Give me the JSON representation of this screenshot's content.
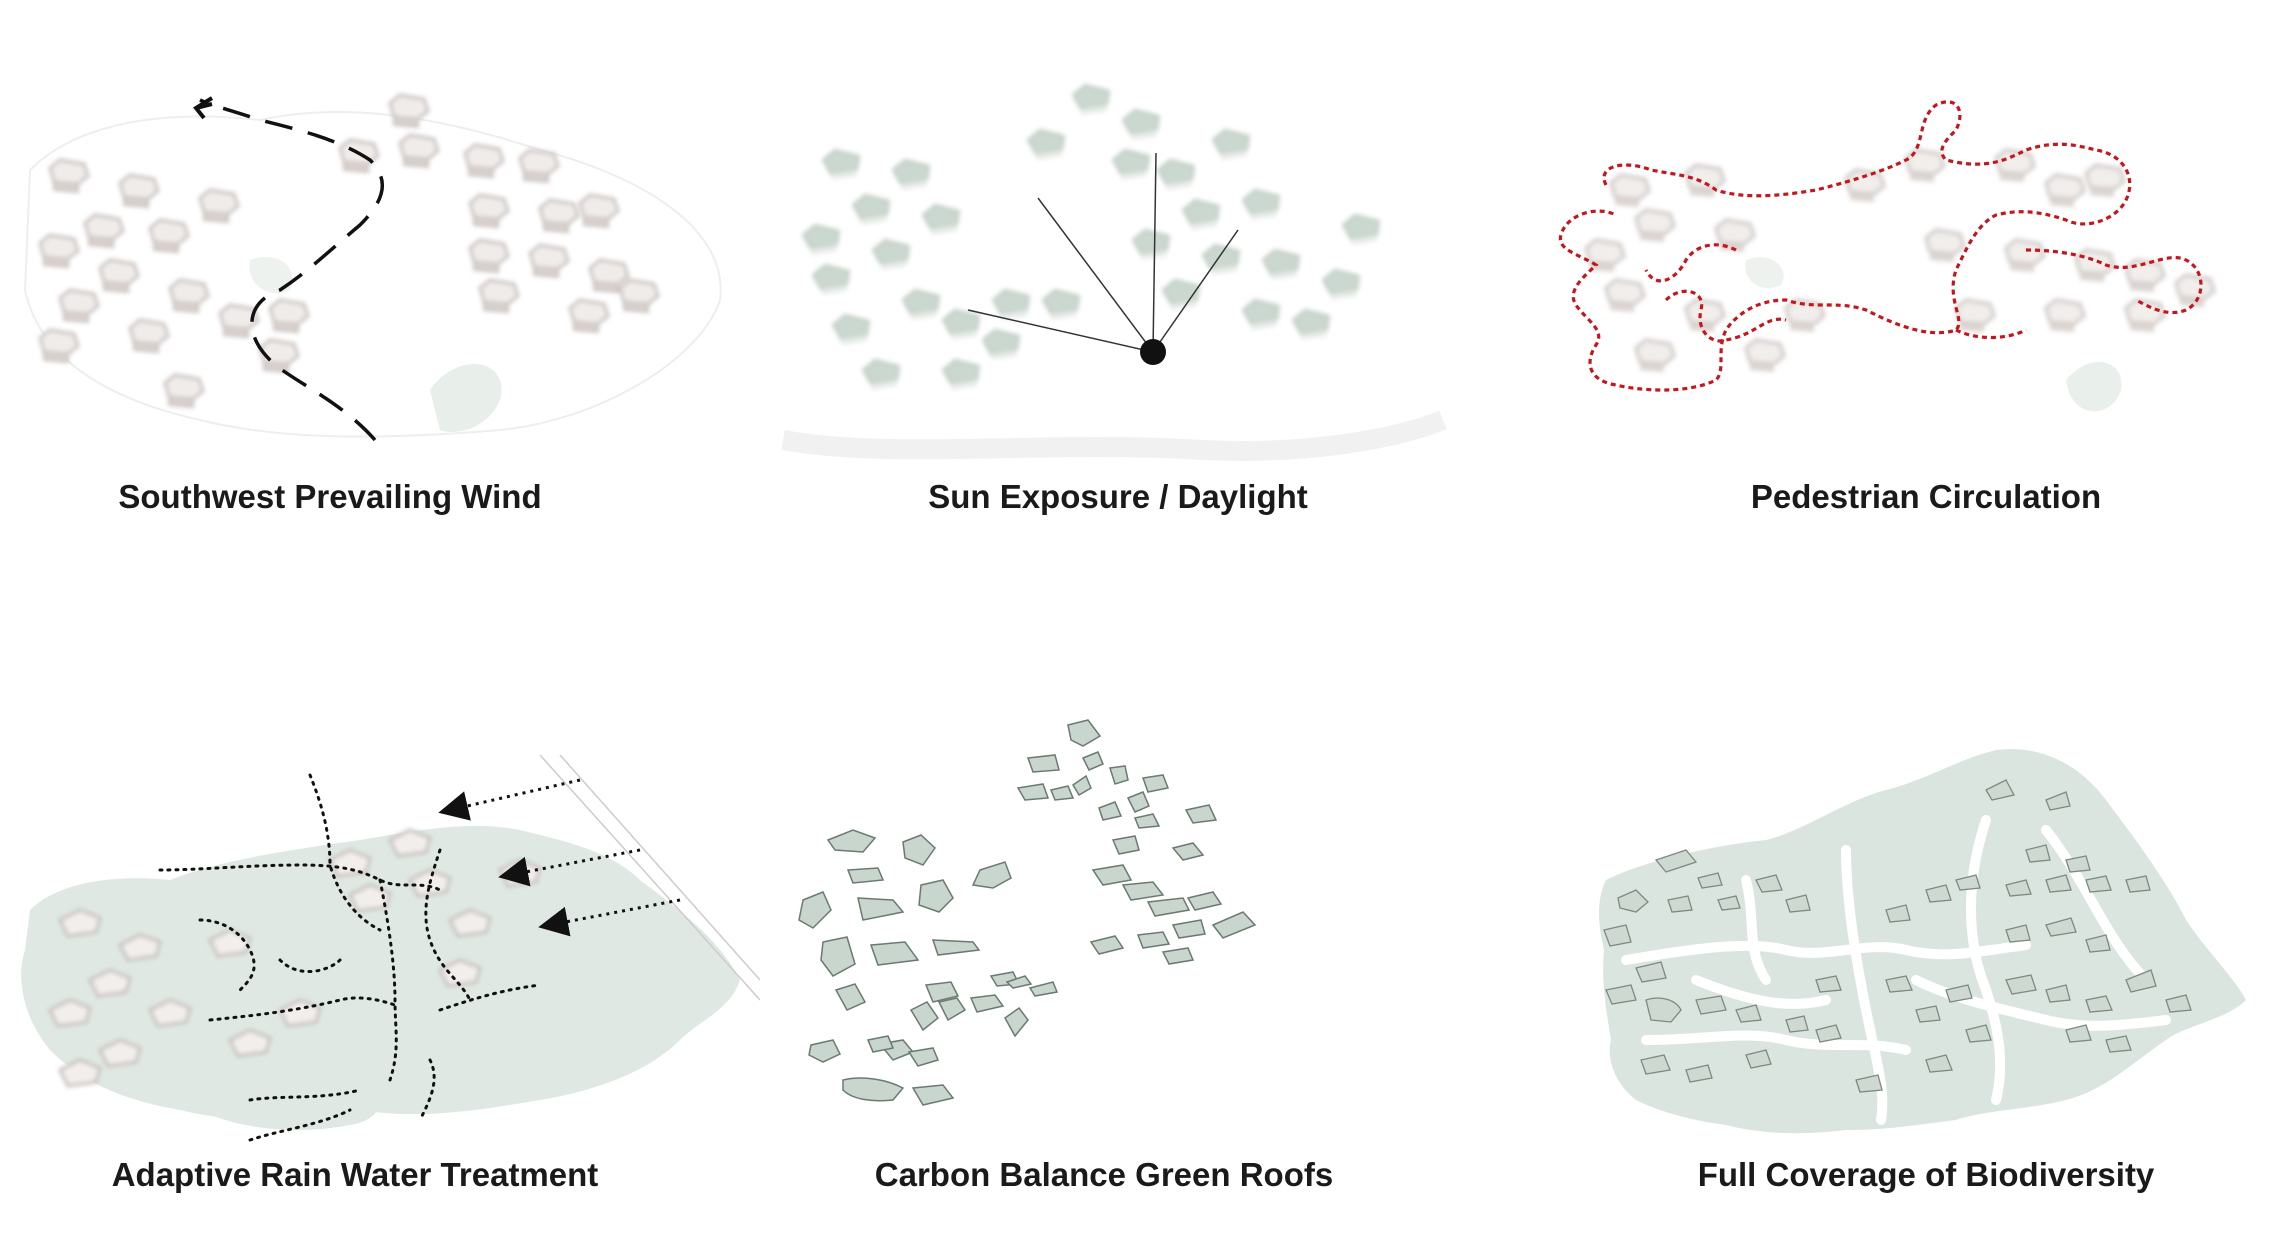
{
  "diagrams": [
    {
      "title": "Southwest Prevailing Wind"
    },
    {
      "title": "Sun Exposure / Daylight"
    },
    {
      "title": "Pedestrian Circulation"
    },
    {
      "title": "Adaptive Rain Water Treatment"
    },
    {
      "title": "Carbon Balance Green Roofs"
    },
    {
      "title": "Full Coverage of Biodiversity"
    }
  ],
  "colors": {
    "green_fill": "#dfe8e3",
    "roof_green": "#c8d6cd",
    "path_red": "#c4161c",
    "ink": "#111111"
  },
  "icons": [
    "wind-arrow-icon",
    "sun-point-icon",
    "rain-flow-arrow-icon"
  ]
}
